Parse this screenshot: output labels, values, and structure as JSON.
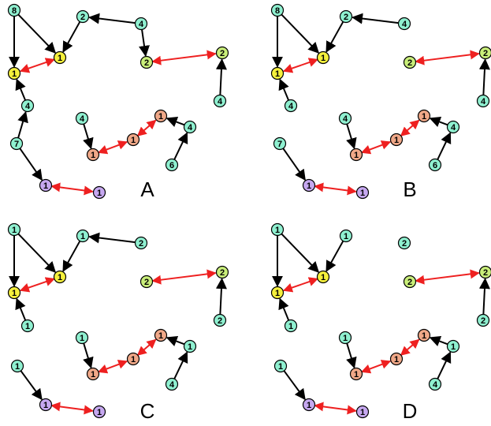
{
  "colors": {
    "cyan": "#8ff0d0",
    "yellow": "#f5f03c",
    "lime": "#c9ee7a",
    "orange": "#f0a888",
    "purple": "#c6a8f0",
    "black_edge": "#000000",
    "red_edge": "#ee2020"
  },
  "panels": [
    {
      "id": "A",
      "label": "A",
      "nodes": [
        {
          "key": "n8",
          "label": "8",
          "color": "cyan"
        },
        {
          "key": "y1a",
          "label": "1",
          "color": "yellow"
        },
        {
          "key": "y1b",
          "label": "1",
          "color": "yellow"
        },
        {
          "key": "c2top",
          "label": "2",
          "color": "cyan"
        },
        {
          "key": "c4top",
          "label": "4",
          "color": "cyan"
        },
        {
          "key": "g2a",
          "label": "2",
          "color": "lime"
        },
        {
          "key": "g2b",
          "label": "2",
          "color": "lime"
        },
        {
          "key": "c4r",
          "label": "4",
          "color": "cyan"
        },
        {
          "key": "c4left",
          "label": "4",
          "color": "cyan"
        },
        {
          "key": "c7",
          "label": "7",
          "color": "cyan"
        },
        {
          "key": "p1a",
          "label": "1",
          "color": "purple"
        },
        {
          "key": "p1b",
          "label": "1",
          "color": "purple"
        },
        {
          "key": "c4mid",
          "label": "4",
          "color": "cyan"
        },
        {
          "key": "o1a",
          "label": "1",
          "color": "orange"
        },
        {
          "key": "o1b",
          "label": "1",
          "color": "orange"
        },
        {
          "key": "o1c",
          "label": "1",
          "color": "orange"
        },
        {
          "key": "c4b",
          "label": "4",
          "color": "cyan"
        },
        {
          "key": "c6",
          "label": "6",
          "color": "cyan"
        }
      ]
    },
    {
      "id": "B",
      "label": "B",
      "nodes": [
        {
          "key": "n8",
          "label": "8",
          "color": "cyan"
        },
        {
          "key": "y1a",
          "label": "1",
          "color": "yellow"
        },
        {
          "key": "y1b",
          "label": "1",
          "color": "yellow"
        },
        {
          "key": "c2top",
          "label": "2",
          "color": "cyan"
        },
        {
          "key": "c4top",
          "label": "4",
          "color": "cyan"
        },
        {
          "key": "g2a",
          "label": "2",
          "color": "lime"
        },
        {
          "key": "g2b",
          "label": "2",
          "color": "lime"
        },
        {
          "key": "c4r",
          "label": "4",
          "color": "cyan"
        },
        {
          "key": "c4left",
          "label": "4",
          "color": "cyan"
        },
        {
          "key": "c7",
          "label": "7",
          "color": "cyan"
        },
        {
          "key": "p1a",
          "label": "1",
          "color": "purple"
        },
        {
          "key": "p1b",
          "label": "1",
          "color": "purple"
        },
        {
          "key": "c4mid",
          "label": "4",
          "color": "cyan"
        },
        {
          "key": "o1a",
          "label": "1",
          "color": "orange"
        },
        {
          "key": "o1b",
          "label": "1",
          "color": "orange"
        },
        {
          "key": "o1c",
          "label": "1",
          "color": "orange"
        },
        {
          "key": "c4b",
          "label": "4",
          "color": "cyan"
        },
        {
          "key": "c6",
          "label": "6",
          "color": "cyan"
        }
      ]
    },
    {
      "id": "C",
      "label": "C",
      "nodes": [
        {
          "key": "n8",
          "label": "1",
          "color": "cyan"
        },
        {
          "key": "y1a",
          "label": "1",
          "color": "yellow"
        },
        {
          "key": "y1b",
          "label": "1",
          "color": "yellow"
        },
        {
          "key": "c2top",
          "label": "1",
          "color": "cyan"
        },
        {
          "key": "c4top",
          "label": "2",
          "color": "cyan"
        },
        {
          "key": "g2a",
          "label": "2",
          "color": "lime"
        },
        {
          "key": "g2b",
          "label": "2",
          "color": "lime"
        },
        {
          "key": "c4r",
          "label": "2",
          "color": "cyan"
        },
        {
          "key": "c4left",
          "label": "1",
          "color": "cyan"
        },
        {
          "key": "c7",
          "label": "1",
          "color": "cyan"
        },
        {
          "key": "p1a",
          "label": "1",
          "color": "purple"
        },
        {
          "key": "p1b",
          "label": "1",
          "color": "purple"
        },
        {
          "key": "c4mid",
          "label": "1",
          "color": "cyan"
        },
        {
          "key": "o1a",
          "label": "1",
          "color": "orange"
        },
        {
          "key": "o1b",
          "label": "1",
          "color": "orange"
        },
        {
          "key": "o1c",
          "label": "1",
          "color": "orange"
        },
        {
          "key": "c4b",
          "label": "1",
          "color": "cyan"
        },
        {
          "key": "c6",
          "label": "4",
          "color": "cyan"
        }
      ]
    },
    {
      "id": "D",
      "label": "D",
      "nodes": [
        {
          "key": "n8",
          "label": "1",
          "color": "cyan"
        },
        {
          "key": "y1a",
          "label": "1",
          "color": "yellow"
        },
        {
          "key": "y1b",
          "label": "1",
          "color": "yellow"
        },
        {
          "key": "c2top",
          "label": "1",
          "color": "cyan"
        },
        {
          "key": "c4top",
          "label": "2",
          "color": "cyan"
        },
        {
          "key": "g2a",
          "label": "2",
          "color": "lime"
        },
        {
          "key": "g2b",
          "label": "2",
          "color": "lime"
        },
        {
          "key": "c4r",
          "label": "2",
          "color": "cyan"
        },
        {
          "key": "c4left",
          "label": "1",
          "color": "cyan"
        },
        {
          "key": "c7",
          "label": "1",
          "color": "cyan"
        },
        {
          "key": "p1a",
          "label": "1",
          "color": "purple"
        },
        {
          "key": "p1b",
          "label": "1",
          "color": "purple"
        },
        {
          "key": "c4mid",
          "label": "1",
          "color": "cyan"
        },
        {
          "key": "o1a",
          "label": "1",
          "color": "orange"
        },
        {
          "key": "o1b",
          "label": "1",
          "color": "orange"
        },
        {
          "key": "o1c",
          "label": "1",
          "color": "orange"
        },
        {
          "key": "c4b",
          "label": "1",
          "color": "cyan"
        },
        {
          "key": "c6",
          "label": "4",
          "color": "cyan"
        }
      ]
    }
  ]
}
